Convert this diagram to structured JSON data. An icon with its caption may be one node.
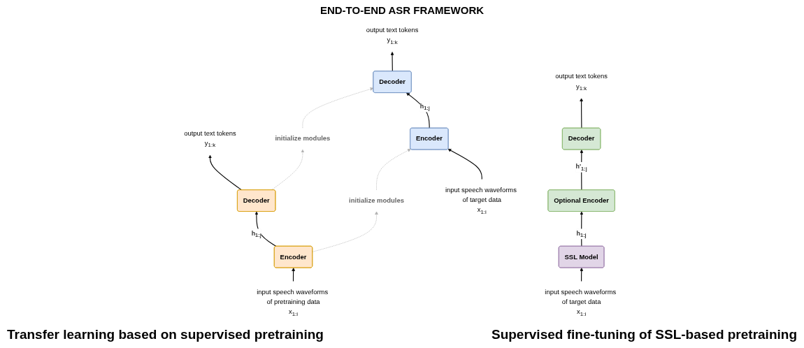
{
  "diagram": {
    "title": "END-TO-END ASR FRAMEWORK",
    "nodes": [
      {
        "text": [
          "output text tokens",
          "y$_{1:k}$"
        ]
      },
      {
        "text": [
          "Decoder"
        ]
      },
      {
        "text": [
          "Encoder"
        ]
      },
      {
        "text": [
          "input speech waveforms of pretraining data",
          "x$_{1:i}$"
        ]
      },
      {
        "text": [
          "initialize modules"
        ]
      },
      {
        "text": [
          "initialize modules"
        ]
      },
      {
        "text": [
          "output text tokens",
          "y$_{1:k}$"
        ]
      },
      {
        "text": [
          "Decoder"
        ]
      },
      {
        "text": [
          "Encoder"
        ]
      },
      {
        "text": [
          "input speech waveforms of target data",
          "x$_{1:i}$"
        ]
      },
      {
        "text": [
          "output text tokens",
          "y$_{1:k}$"
        ]
      },
      {
        "text": [
          "Decoder"
        ]
      },
      {
        "text": [
          "Optional Encoder"
        ]
      },
      {
        "text": [
          "SSL Model"
        ]
      },
      {
        "text": [
          "input speech waveforms of target data",
          "x$_{1:i}$"
        ]
      }
    ],
    "edges": [
      {
        "from": 2,
        "to": 1,
        "arrow": "to",
        "label": "h$_{1:j}$"
      },
      {
        "from": 1,
        "to": 0,
        "arrow": "to"
      },
      {
        "from": 3,
        "to": 2,
        "arrow": "to"
      },
      {
        "from": 1,
        "to": 4,
        "arrow": "to",
        "style": "dashed",
        "color": "#b3b3b3"
      },
      {
        "from": 4,
        "to": 7,
        "arrow": "to",
        "style": "dashed",
        "color": "#b3b3b3"
      },
      {
        "from": 2,
        "to": 5,
        "arrow": "to",
        "style": "dashed",
        "color": "#b3b3b3"
      },
      {
        "from": 5,
        "to": 8,
        "arrow": "to",
        "style": "dashed",
        "color": "#b3b3b3"
      },
      {
        "from": 8,
        "to": 7,
        "arrow": "to",
        "label": "h$_{1:j}$"
      },
      {
        "from": 7,
        "to": 6,
        "arrow": "to"
      },
      {
        "from": 9,
        "to": 8,
        "arrow": "to"
      },
      {
        "from": 13,
        "to": 12,
        "arrow": "to",
        "label": "h$_{1:j}$"
      },
      {
        "from": 12,
        "to": 11,
        "arrow": "to",
        "label": "h'$_{1:j}$"
      },
      {
        "from": 11,
        "to": 10,
        "arrow": "to"
      },
      {
        "from": 14,
        "to": 13,
        "arrow": "to"
      }
    ],
    "labels": [
      "Transfer learning based on supervised pretraining",
      "Supervised fine-tuning of SSL-based pretraining"
    ]
  }
}
